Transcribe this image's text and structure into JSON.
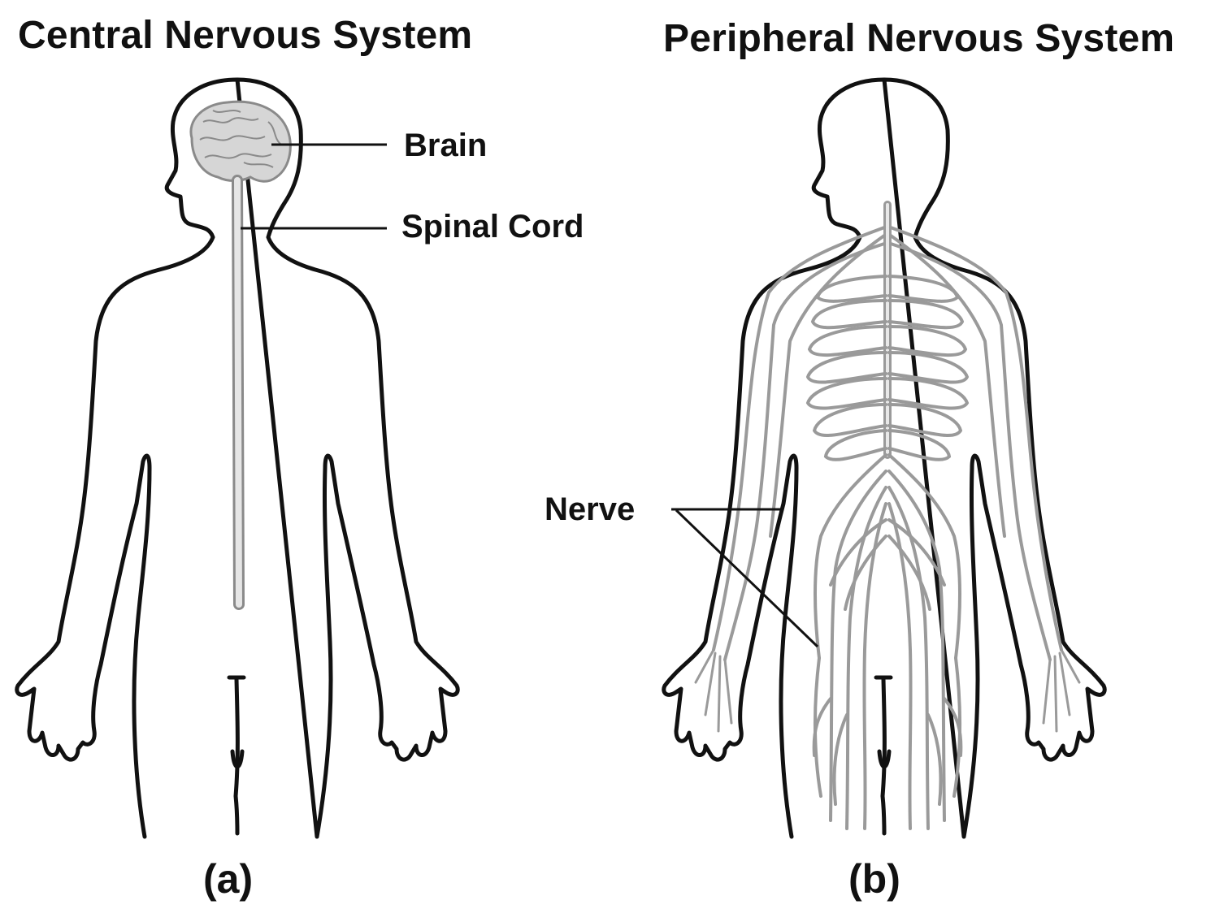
{
  "panel_a": {
    "title": "Central Nervous System",
    "caption": "(a)",
    "labels": {
      "brain": "Brain",
      "spinal_cord": "Spinal Cord"
    }
  },
  "panel_b": {
    "title": "Peripheral Nervous System",
    "caption": "(b)",
    "labels": {
      "nerve": "Nerve"
    }
  },
  "colors": {
    "outline": "#111111",
    "nerve": "#9a9a9a",
    "brain": "#c8c8c8"
  }
}
